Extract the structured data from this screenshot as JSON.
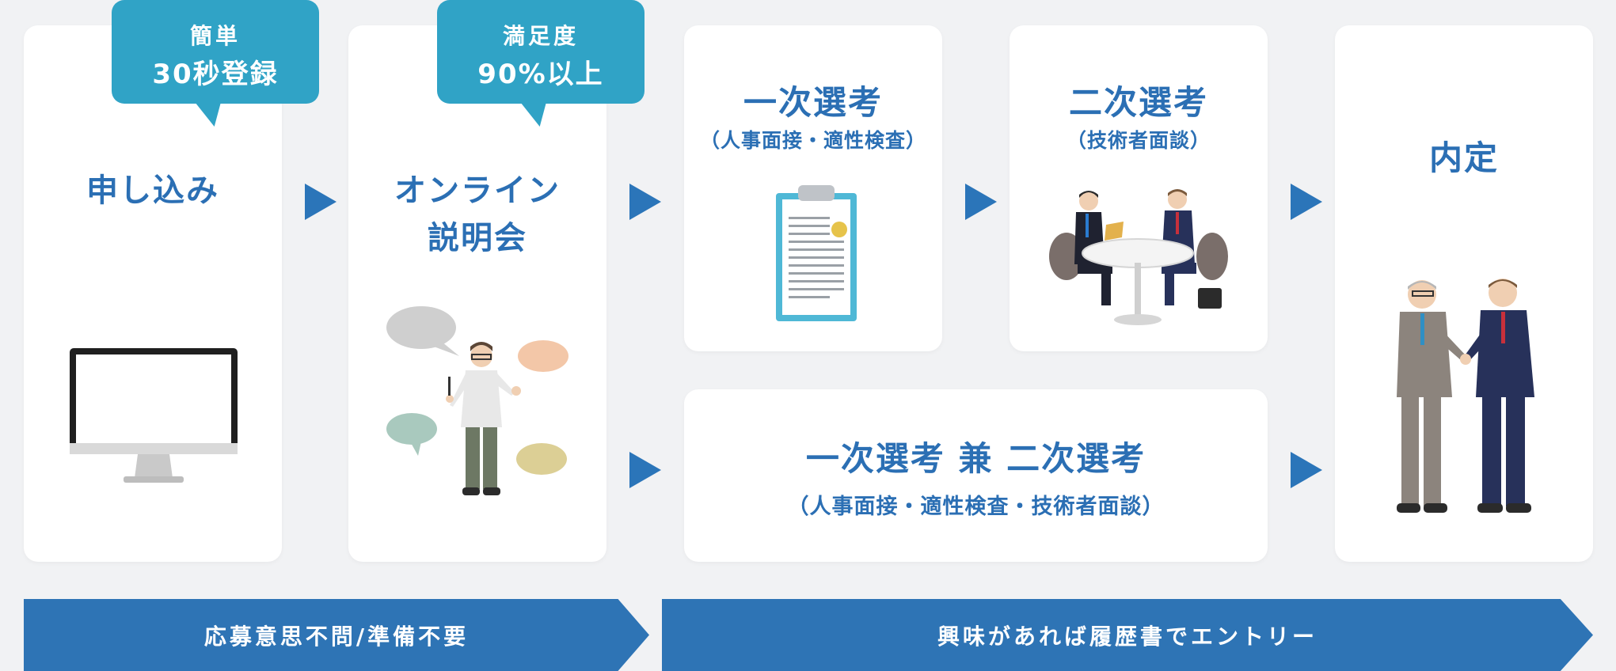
{
  "steps": {
    "apply": {
      "title": "申し込み"
    },
    "briefing": {
      "title_line1": "オンライン",
      "title_line2": "説明会"
    },
    "first": {
      "title": "一次選考",
      "sub": "（人事面接・適性検査）"
    },
    "second": {
      "title": "二次選考",
      "sub": "（技術者面談）"
    },
    "combined": {
      "title": "一次選考 兼 二次選考",
      "sub": "（人事面接・適性検査・技術者面談）"
    },
    "offer": {
      "title": "内定"
    }
  },
  "bubbles": {
    "apply": {
      "line1": "簡単",
      "line2": "30秒登録"
    },
    "briefing": {
      "line1": "満足度",
      "line2": "90%以上"
    }
  },
  "banners": {
    "left": "応募意思不問/準備不要",
    "right": "興味があれば履歴書でエントリー"
  },
  "colors": {
    "accent": "#2b6fb4",
    "bubble": "#30a3c6",
    "banner": "#2e74b5"
  },
  "icons": [
    "monitor-icon",
    "presenter-icon",
    "clipboard-icon",
    "meeting-icon",
    "handshake-icon",
    "arrow-right-icon"
  ]
}
